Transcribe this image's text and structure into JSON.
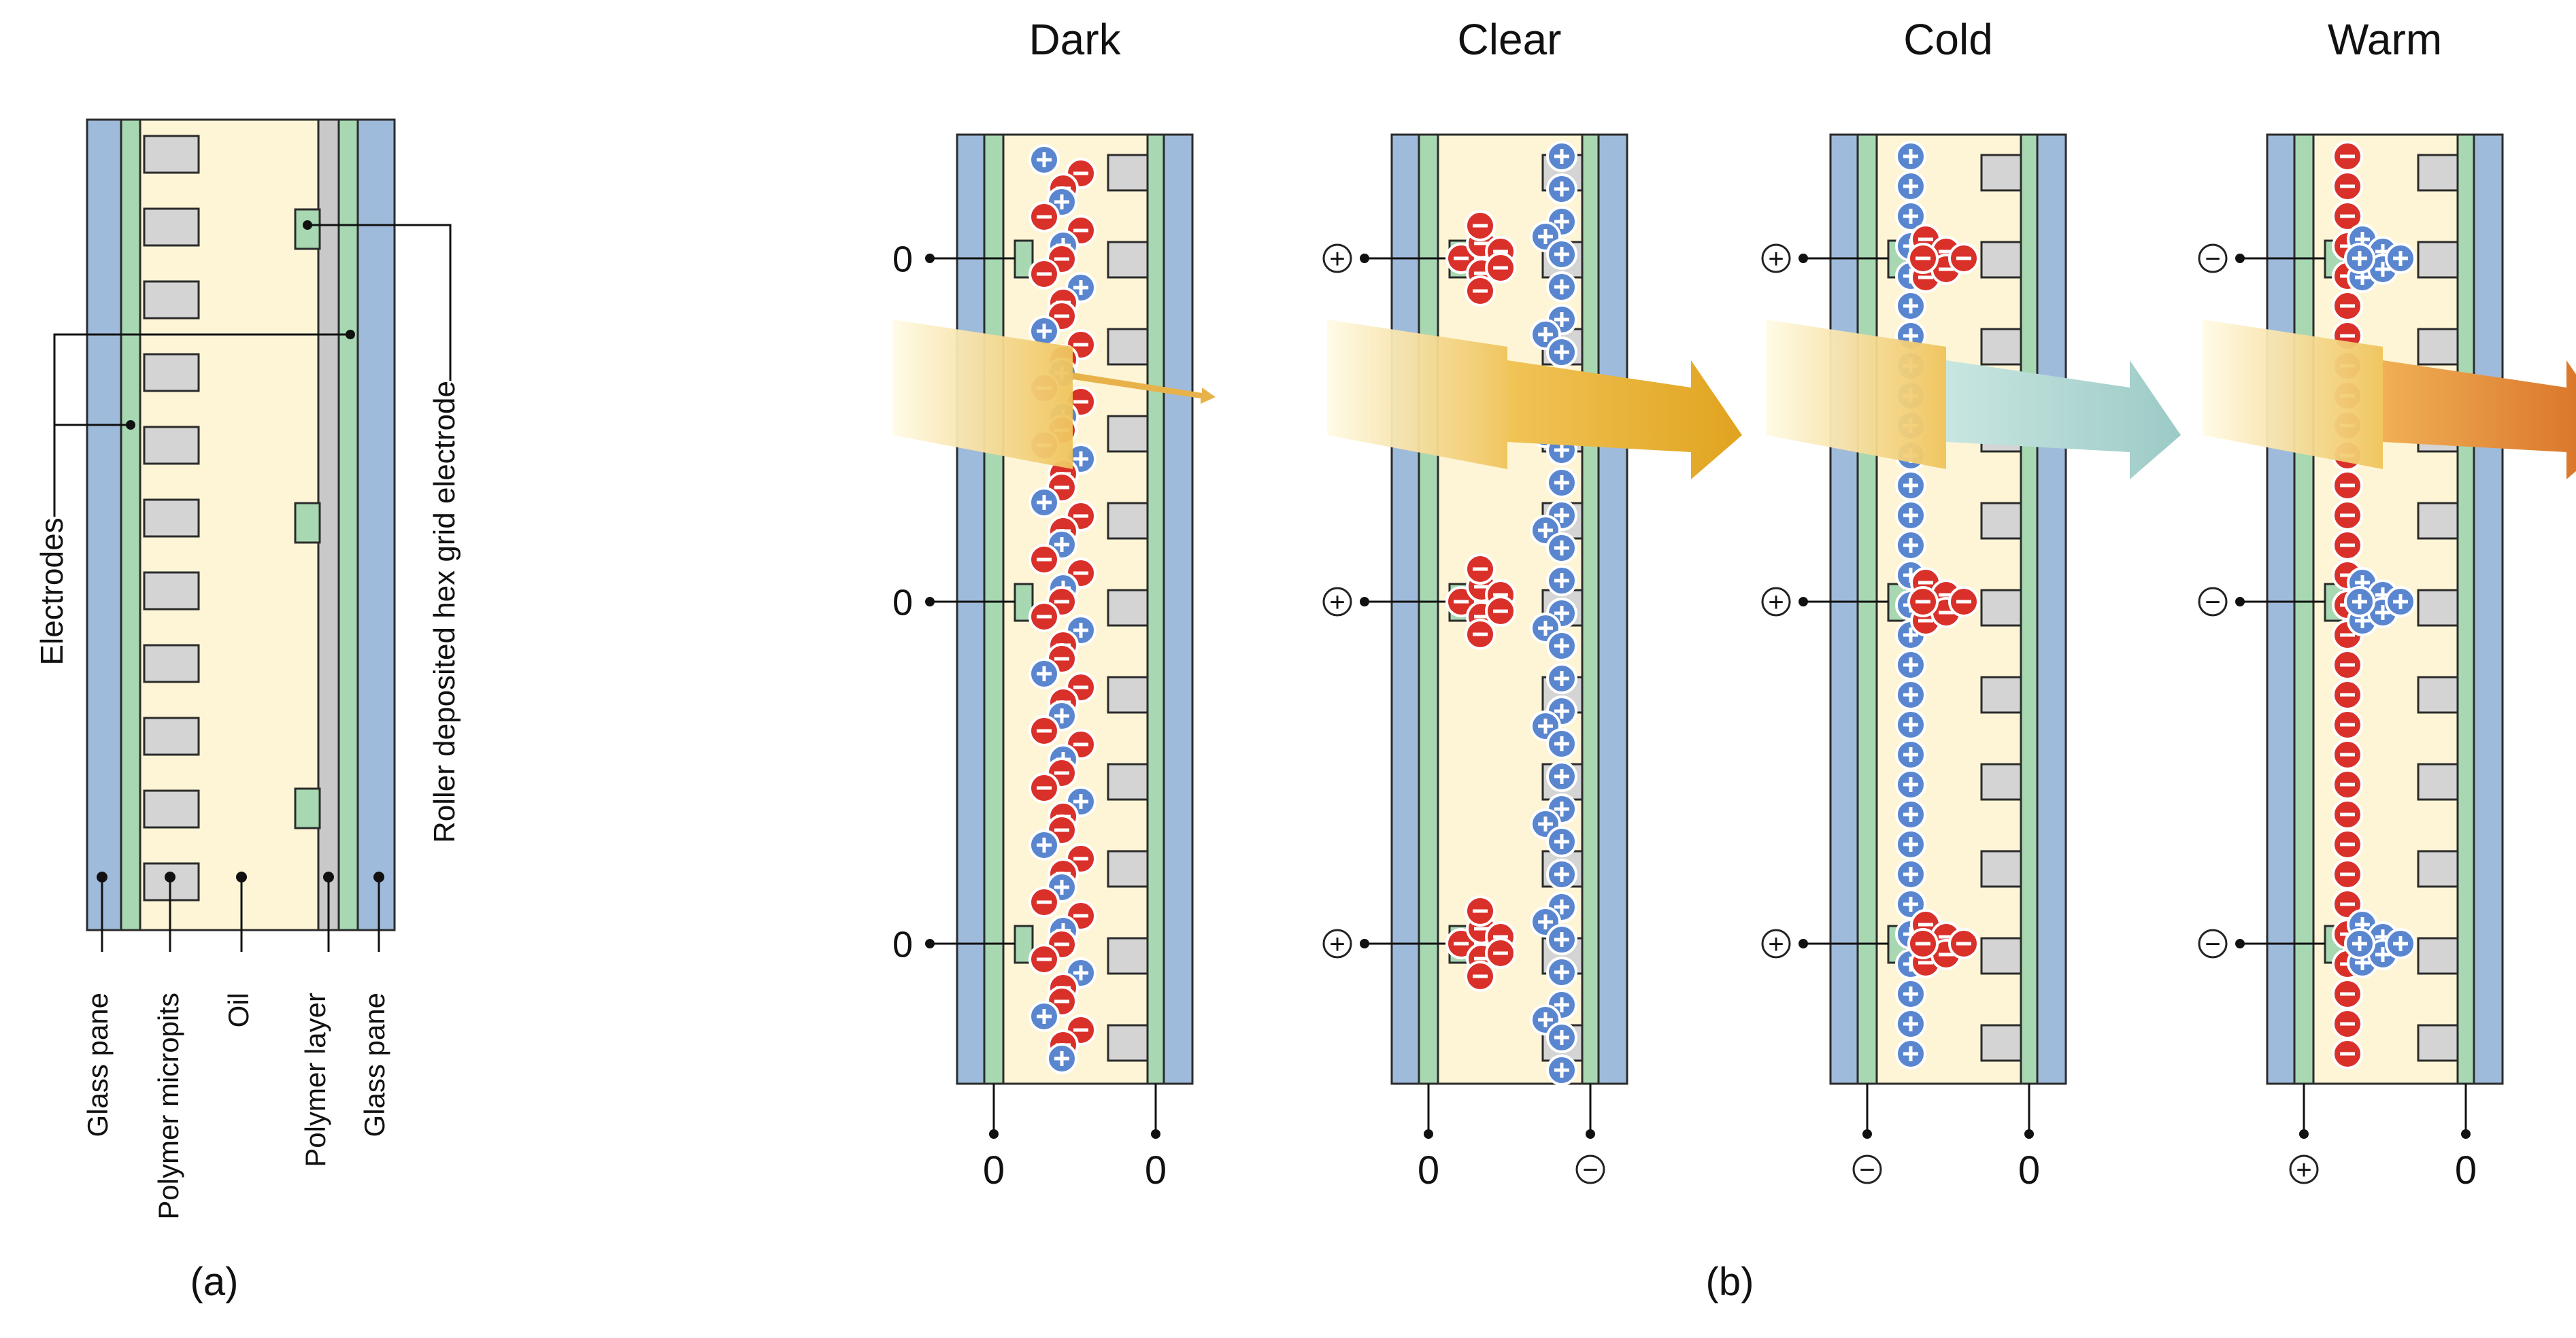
{
  "colors": {
    "glass": "#9fbbdc",
    "glass_edge": "#2b2b2b",
    "electrode": "#a7d8b2",
    "oil": "#fdf5d6",
    "micropit": "#d4d4d4",
    "polymer_layer": "#c9c9c9",
    "negative_particle": "#d9302a",
    "positive_particle": "#5a86cf",
    "arrow_dark": "#e8b24a",
    "arrow_clear": "#e3a92a",
    "arrow_cold": "#a9d3cf",
    "arrow_warm": "#dc7a2a"
  },
  "panel_a": {
    "caption": "(a)",
    "labels": {
      "electrodes": "Electrodes",
      "hex_grid": "Roller deposited hex grid electrode",
      "glass_pane_left": "Glass pane",
      "micropits": "Polymer micropits",
      "oil": "Oil",
      "polymer_layer": "Polymer layer",
      "glass_pane_right": "Glass pane"
    }
  },
  "panel_b": {
    "caption": "(b)",
    "cells": [
      {
        "title": "Dark",
        "left_voltages": [
          "0",
          "0",
          "0"
        ],
        "bottom_left": "0",
        "bottom_right": "0"
      },
      {
        "title": "Clear",
        "left_voltages": [
          "+",
          "+",
          "+"
        ],
        "bottom_left": "0",
        "bottom_right": "−"
      },
      {
        "title": "Cold",
        "left_voltages": [
          "+",
          "+",
          "+"
        ],
        "bottom_left": "−",
        "bottom_right": "0"
      },
      {
        "title": "Warm",
        "left_voltages": [
          "−",
          "−",
          "−"
        ],
        "bottom_left": "+",
        "bottom_right": "0"
      }
    ]
  }
}
